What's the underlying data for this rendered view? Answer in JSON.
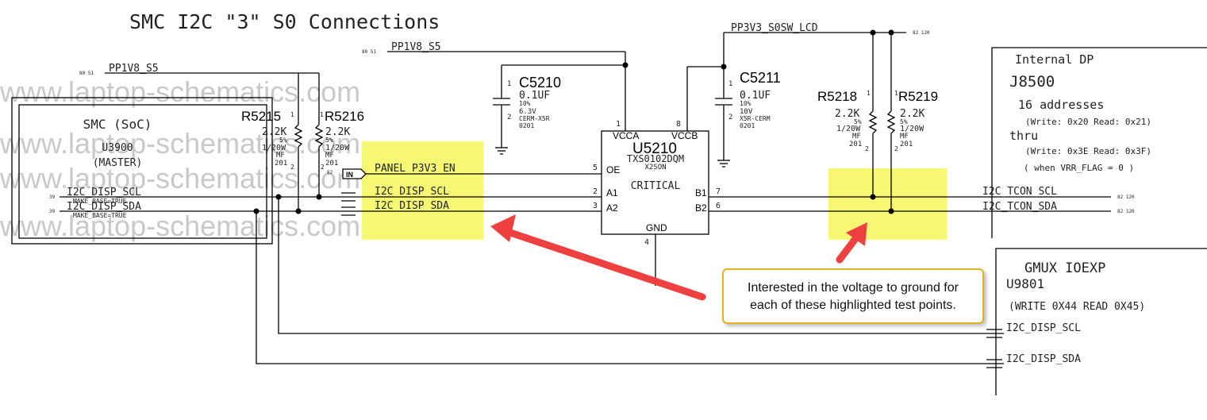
{
  "title": "SMC I2C \"3\" S0 Connections",
  "watermark": "www.laptop-schematics.com",
  "nets": {
    "pp1v8_s5": "PP1V8_S5",
    "pp1v8_s5_refs": "80 51",
    "pp3v3_s0sw_lcd": "PP3V3_S0SW_LCD",
    "pp3v3_refs": "82 120",
    "panel_en": "PANEL_P3V3_EN",
    "panel_en_port": "IN",
    "disp_scl": "I2C_DISP_SCL",
    "disp_sda": "I2C_DISP_SDA",
    "tcon_scl": "I2C_TCON_SCL",
    "tcon_sda": "I2C_TCON_SDA",
    "tcon_refs": "82 120",
    "smc_pin": "39",
    "make_base": "MAKE_BASE=TRUE",
    "r5216_ref": "82"
  },
  "smc": {
    "name": "SMC (SoC)",
    "ref": "U3900",
    "role": "(MASTER)"
  },
  "resistors": [
    {
      "ref": "R5215",
      "value": "2.2K",
      "tol": "5%",
      "power": "1/20W",
      "type": "MF",
      "pkg": "201",
      "p1": "1",
      "p2": "2"
    },
    {
      "ref": "R5216",
      "value": "2.2K",
      "tol": "5%",
      "power": "1/20W",
      "type": "MF",
      "pkg": "201",
      "p1": "1",
      "p2": "2"
    },
    {
      "ref": "R5218",
      "value": "2.2K",
      "tol": "5%",
      "power": "1/20W",
      "type": "MF",
      "pkg": "201",
      "p1": "1",
      "p2": "2"
    },
    {
      "ref": "R5219",
      "value": "2.2K",
      "tol": "5%",
      "power": "1/20W",
      "type": "MF",
      "pkg": "201",
      "p1": "1",
      "p2": "2"
    }
  ],
  "capacitors": [
    {
      "ref": "C5210",
      "value": "0.1UF",
      "tol": "10%",
      "voltage": "6.3V",
      "type": "CERM-X5R",
      "pkg": "0201",
      "p1": "1",
      "p2": "2"
    },
    {
      "ref": "C5211",
      "value": "0.1UF",
      "tol": "10%",
      "voltage": "10V",
      "type": "X5R-CERM",
      "pkg": "0201",
      "p1": "1",
      "p2": "2"
    }
  ],
  "ic": {
    "ref": "U5210",
    "part": "TXS0102DQM",
    "pkg": "X2SON",
    "note": "CRITICAL",
    "vcca": "VCCA",
    "vccb": "VCCB",
    "gnd": "GND",
    "oe": "OE",
    "a1": "A1",
    "a2": "A2",
    "b1": "B1",
    "b2": "B2",
    "pin_vcca": "1",
    "pin_vccb": "8",
    "pin_oe": "5",
    "pin_a1": "2",
    "pin_a2": "3",
    "pin_b1": "7",
    "pin_b2": "6",
    "pin_gnd": "4"
  },
  "dp": {
    "title": "Internal DP",
    "ref": "J8500",
    "line1": "16 addresses",
    "line2": "(Write: 0x20 Read: 0x21)",
    "line3": "thru",
    "line4": "(Write: 0x3E Read: 0x3F)",
    "line5": "( when VRR_FLAG = 0 )"
  },
  "gmux": {
    "title": "GMUX IOEXP",
    "ref": "U9801",
    "addr": "(WRITE 0X44 READ 0X45)"
  },
  "callout": {
    "line1": "Interested in the voltage to ground for",
    "line2": "each of these highlighted test points."
  }
}
